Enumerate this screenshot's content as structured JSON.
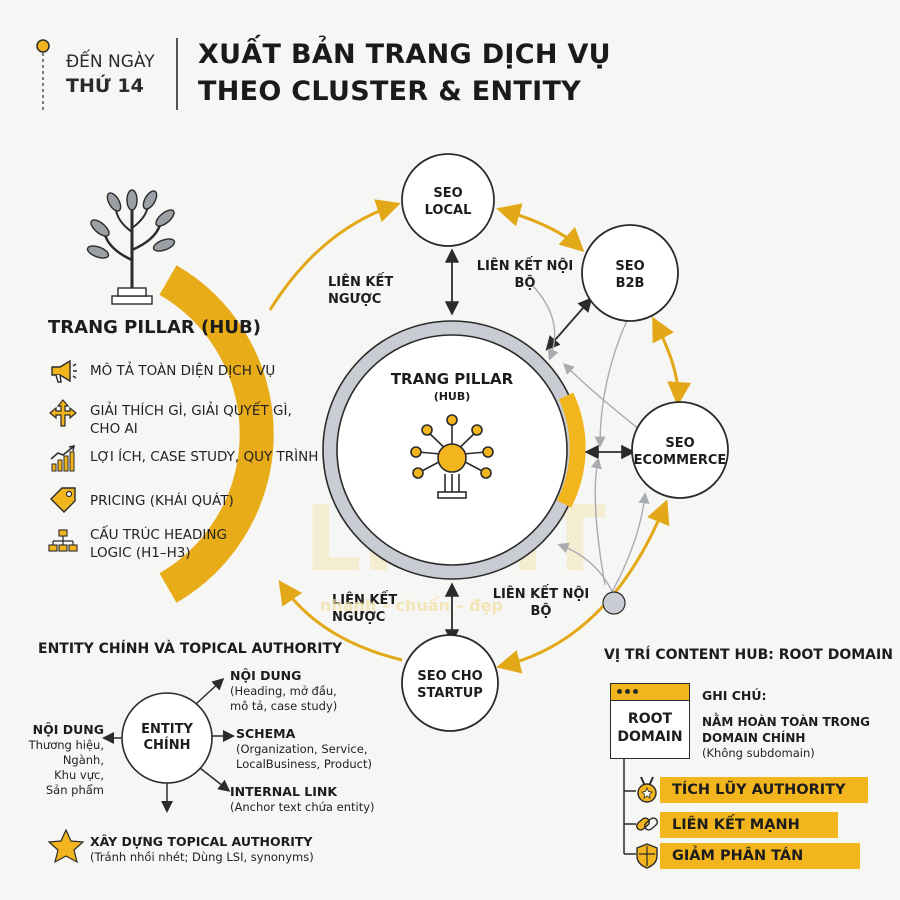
{
  "header": {
    "day_line1": "ĐẾN NGÀY",
    "day_line2": "THỨ 14",
    "title_line1": "XUẤT BẢN TRANG DỊCH VỤ",
    "title_line2": "THEO CLUSTER & ENTITY"
  },
  "pillar_panel": {
    "title": "TRANG PILLAR (HUB)",
    "features": [
      {
        "icon": "megaphone-icon",
        "text": "MÔ TẢ TOÀN DIỆN DỊCH VỤ"
      },
      {
        "icon": "crossroads-arrows-icon",
        "text1": "GIẢI THÍCH GÌ, GIẢI QUYẾT GÌ,",
        "text2": "CHO AI"
      },
      {
        "icon": "growth-chart-icon",
        "text": "LỢI ÍCH, CASE STUDY, QUY TRÌNH"
      },
      {
        "icon": "price-tag-icon",
        "text": "PRICING (KHÁI QUÁT)"
      },
      {
        "icon": "hierarchy-icon",
        "text1": "CẤU TRÚC HEADING",
        "text2": "LOGIC (H1–H3)"
      }
    ]
  },
  "diagram": {
    "center_title": "TRANG PILLAR",
    "center_sub": "(HUB)",
    "nodes": {
      "seo_local": [
        "SEO",
        "LOCAL"
      ],
      "seo_b2b": [
        "SEO",
        "B2B"
      ],
      "seo_ecommerce": [
        "SEO",
        "ECOMMERCE"
      ],
      "seo_startup": [
        "SEO CHO",
        "STARTUP"
      ]
    },
    "label_backlink_top": "LIÊN KẾT NGƯỢC",
    "label_internal_top_1": "LIÊN KẾT NỘI",
    "label_internal_top_2": "BỘ",
    "label_backlink_bottom": "LIÊN KẾT NGƯỢC",
    "label_internal_bottom_1": "LIÊN KẾT NỘI",
    "label_internal_bottom_2": "BỘ",
    "watermark": "LIGHT",
    "watermark_sub": "nhanh – chuẩn – đẹp",
    "colors": {
      "gold": "#f2b51e",
      "ring": "#c9cdd3",
      "dark": "#2b2b2b"
    }
  },
  "entity": {
    "heading": "ENTITY CHÍNH VÀ TOPICAL AUTHORITY",
    "center_1": "ENTITY",
    "center_2": "CHÍNH",
    "left_head": "NỘI DUNG",
    "left_lines": [
      "Thương hiệu,",
      "Ngành,",
      "Khu vực,",
      "Sản phẩm"
    ],
    "content_head": "NỘI DUNG",
    "content_lines": [
      "(Heading, mở đầu,",
      "mô tả, case study)"
    ],
    "schema_head": "SCHEMA",
    "schema_lines": [
      "(Organization, Service,",
      "LocalBusiness, Product)"
    ],
    "link_head": "INTERNAL LINK",
    "link_line": "(Anchor text chứa entity)",
    "authority_head": "XÂY DỰNG TOPICAL AUTHORITY",
    "authority_line": "(Tránh nhồi nhét; Dùng LSI, synonyms)"
  },
  "root": {
    "heading": "VỊ TRÍ CONTENT HUB: ROOT DOMAIN",
    "box_1": "ROOT",
    "box_2": "DOMAIN",
    "note_head": "GHI CHÚ:",
    "note_1": "NẰM HOÀN TOÀN TRONG",
    "note_2": "DOMAIN CHÍNH",
    "note_3": "(Không subdomain)",
    "benefits": [
      {
        "icon": "medal-icon",
        "text": "TÍCH LŨY AUTHORITY"
      },
      {
        "icon": "link-icon",
        "text": "LIÊN KẾT MẠNH"
      },
      {
        "icon": "shield-icon",
        "text": "GIẢM PHÂN TÁN"
      }
    ]
  }
}
